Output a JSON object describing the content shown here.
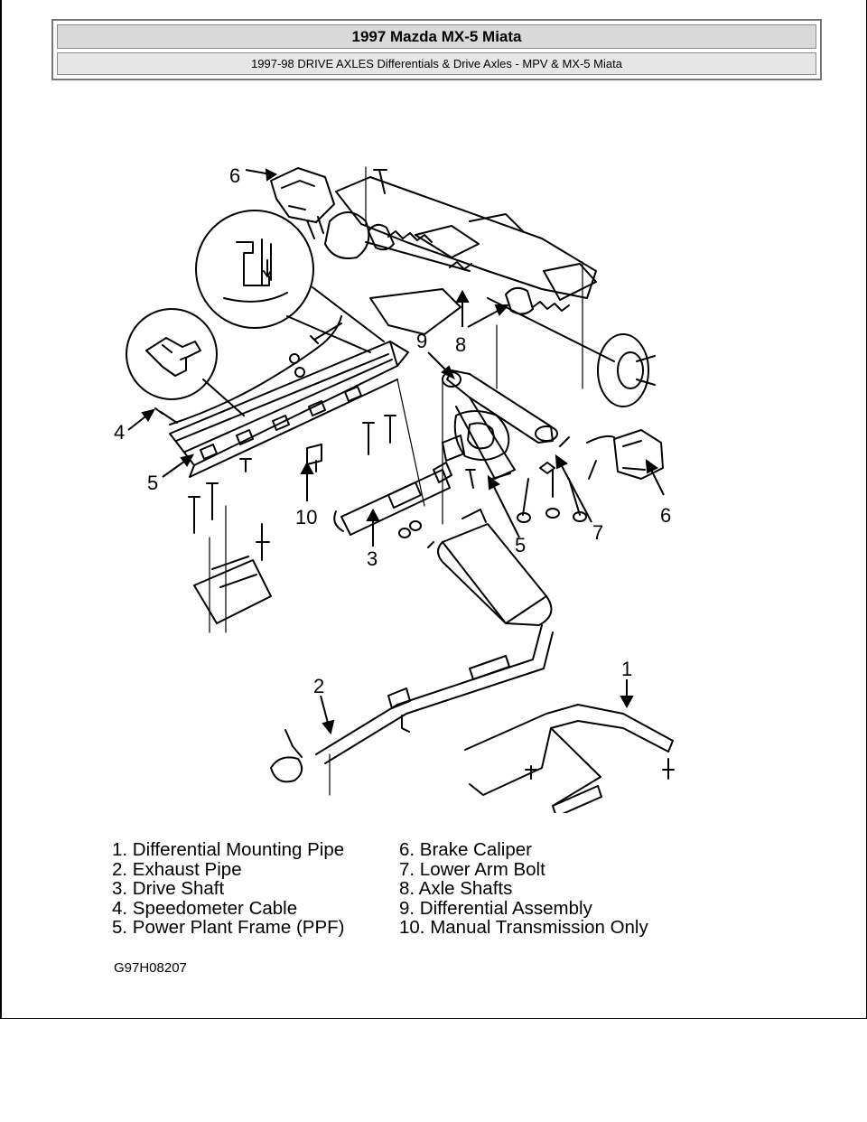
{
  "header": {
    "title": "1997 Mazda MX-5 Miata",
    "subtitle": "1997-98 DRIVE AXLES Differentials & Drive Axles - MPV & MX-5 Miata"
  },
  "callouts": [
    "6",
    "4",
    "5",
    "10",
    "3",
    "9",
    "8",
    "5",
    "7",
    "6",
    "2",
    "1"
  ],
  "legend": {
    "left": [
      "1. Differential Mounting Pipe",
      "2. Exhaust Pipe",
      "3. Drive Shaft",
      "4. Speedometer Cable",
      "5. Power Plant Frame (PPF)"
    ],
    "right": [
      "6. Brake Caliper",
      "7. Lower Arm Bolt",
      "8. Axle Shafts",
      "9. Differential Assembly",
      "10. Manual Transmission Only"
    ]
  },
  "figure_code": "G97H08207"
}
